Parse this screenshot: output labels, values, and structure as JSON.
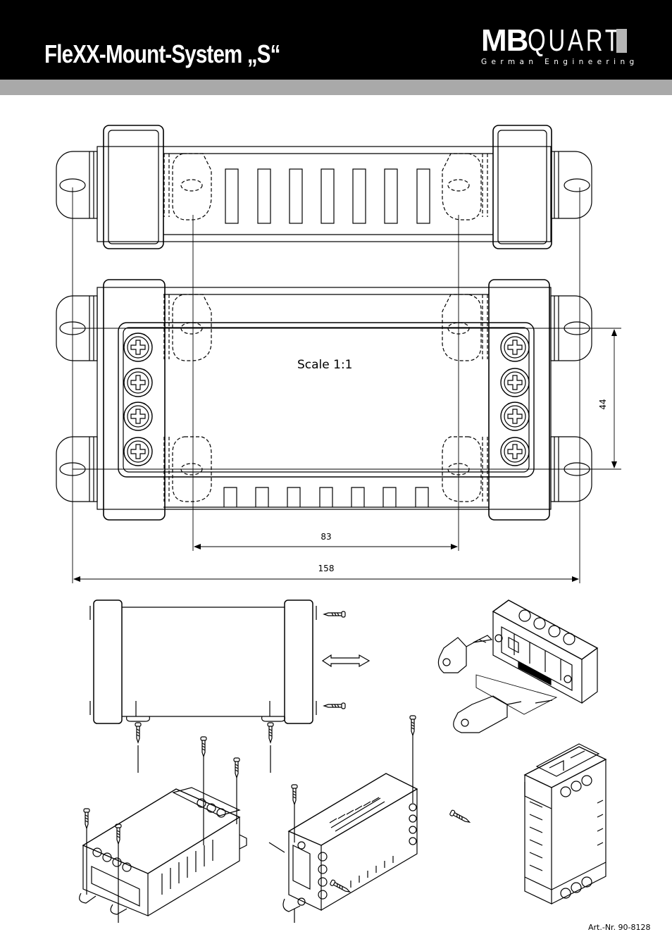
{
  "header": {
    "title": "FleXX-Mount-System „S“",
    "logo_main": "MB",
    "logo_second": "QUART",
    "logo_tagline": "German Engineering"
  },
  "drawing": {
    "scale_label": "Scale 1:1",
    "dim_height": "44",
    "dim_inner": "83",
    "dim_overall": "158"
  },
  "footer": {
    "article_number": "Art.-Nr. 90-8128"
  }
}
